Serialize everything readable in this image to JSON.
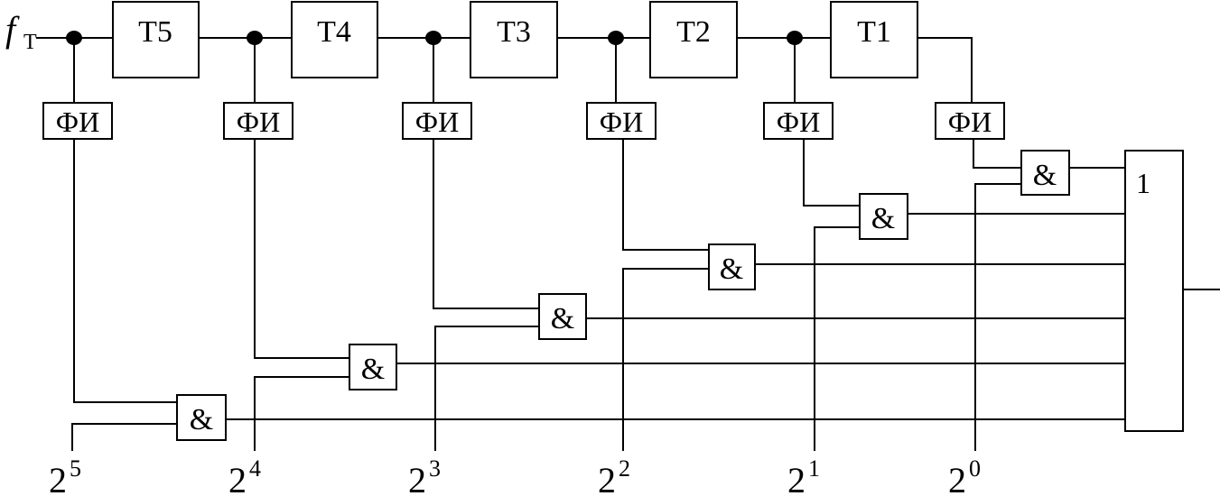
{
  "input": {
    "symbol": "f",
    "subscript": "T"
  },
  "triggers": [
    "T5",
    "T4",
    "T3",
    "T2",
    "T1"
  ],
  "shapers": [
    "ФИ",
    "ФИ",
    "ФИ",
    "ФИ",
    "ФИ",
    "ФИ"
  ],
  "and_gates": [
    "&",
    "&",
    "&",
    "&",
    "&",
    "&"
  ],
  "or_gate": {
    "label": "1"
  },
  "weights": [
    {
      "base": "2",
      "exp": "5"
    },
    {
      "base": "2",
      "exp": "4"
    },
    {
      "base": "2",
      "exp": "3"
    },
    {
      "base": "2",
      "exp": "2"
    },
    {
      "base": "2",
      "exp": "1"
    },
    {
      "base": "2",
      "exp": "0"
    }
  ]
}
